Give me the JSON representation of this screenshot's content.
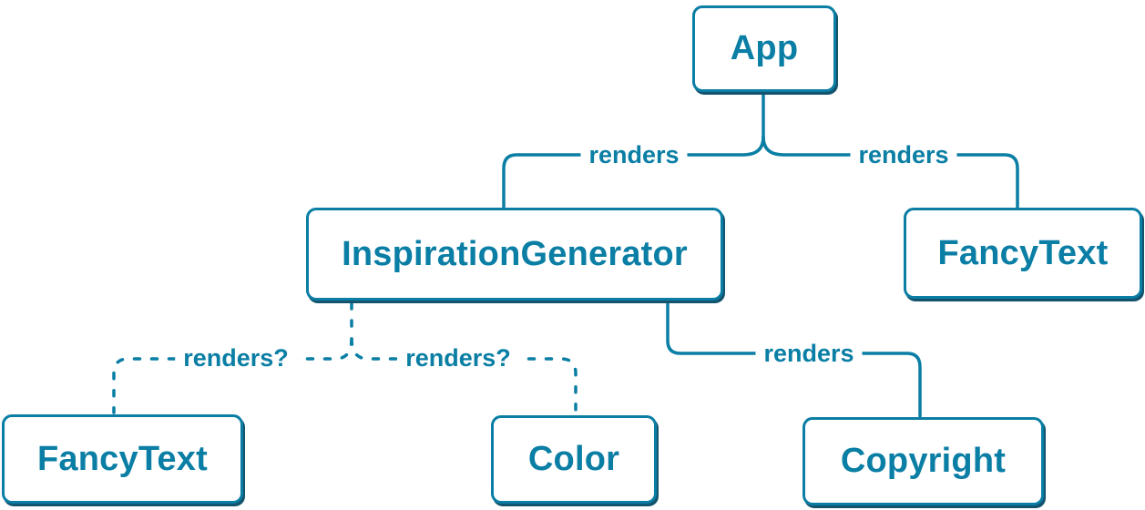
{
  "diagram": {
    "background": "#ffffff",
    "accent_color": "#0a7ea4",
    "shadow_color": "#14536d",
    "nodes": {
      "app": {
        "label": "App"
      },
      "inspiration_generator": {
        "label": "InspirationGenerator"
      },
      "fancy_text_top": {
        "label": "FancyText"
      },
      "fancy_text_bottom": {
        "label": "FancyText"
      },
      "color": {
        "label": "Color"
      },
      "copyright": {
        "label": "Copyright"
      }
    },
    "edges": {
      "app_to_inspiration_generator": {
        "label": "renders",
        "style": "solid"
      },
      "app_to_fancy_text": {
        "label": "renders",
        "style": "solid"
      },
      "inspiration_generator_to_fancy_text": {
        "label": "renders?",
        "style": "dashed"
      },
      "inspiration_generator_to_color": {
        "label": "renders?",
        "style": "dashed"
      },
      "inspiration_generator_to_copyright": {
        "label": "renders",
        "style": "solid"
      }
    }
  }
}
